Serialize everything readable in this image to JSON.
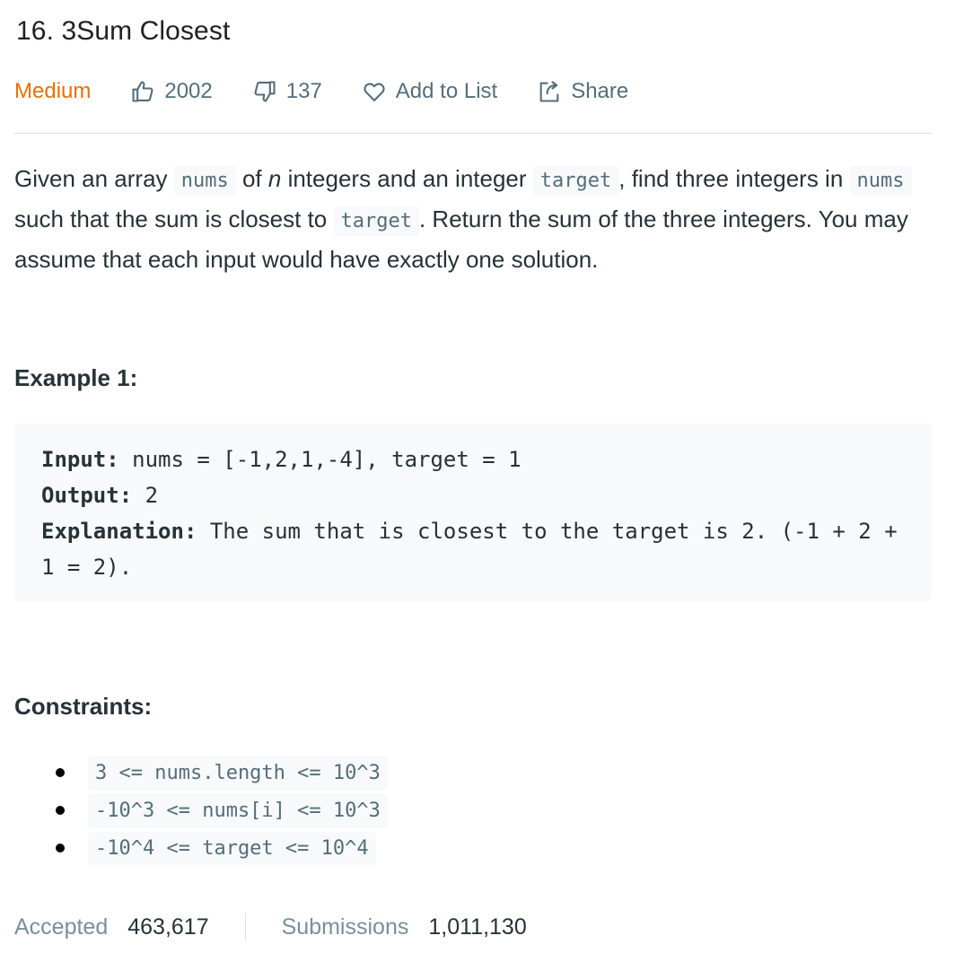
{
  "problem": {
    "title": "16. 3Sum Closest",
    "difficulty": "Medium",
    "likes": "2002",
    "dislikes": "137",
    "add_to_list": "Add to List",
    "share": "Share"
  },
  "description": {
    "p1_a": "Given an array ",
    "p1_code1": "nums",
    "p1_b": " of ",
    "p1_n": "n",
    "p1_c": " integers and an integer ",
    "p1_code2": "target",
    "p1_d": ", find three integers in ",
    "p1_code3": "nums",
    "p1_e": " such that the sum is closest to ",
    "p1_code4": "target",
    "p1_f": ". Return the sum of the three integers. You may assume that each input would have exactly one solution."
  },
  "example": {
    "heading": "Example 1:",
    "input_label": "Input:",
    "input_value": " nums = [-1,2,1,-4], target = 1",
    "output_label": "Output:",
    "output_value": " 2",
    "explanation_label": "Explanation:",
    "explanation_value": " The sum that is closest to the target is 2. (-1 + 2 + 1 = 2)."
  },
  "constraints": {
    "heading": "Constraints:",
    "items": [
      "3 <= nums.length <= 10^3",
      "-10^3 <= nums[i] <= 10^3",
      "-10^4 <= target <= 10^4"
    ]
  },
  "stats": {
    "accepted_label": "Accepted",
    "accepted_value": "463,617",
    "submissions_label": "Submissions",
    "submissions_value": "1,011,130"
  },
  "colors": {
    "difficulty_medium": "#ef6c00",
    "muted_text": "#546e7a",
    "code_background": "#f7f9fa"
  },
  "icons": {
    "likes": "thumbs-up-icon",
    "dislikes": "thumbs-down-icon",
    "add_to_list": "heart-icon",
    "share": "share-icon"
  }
}
